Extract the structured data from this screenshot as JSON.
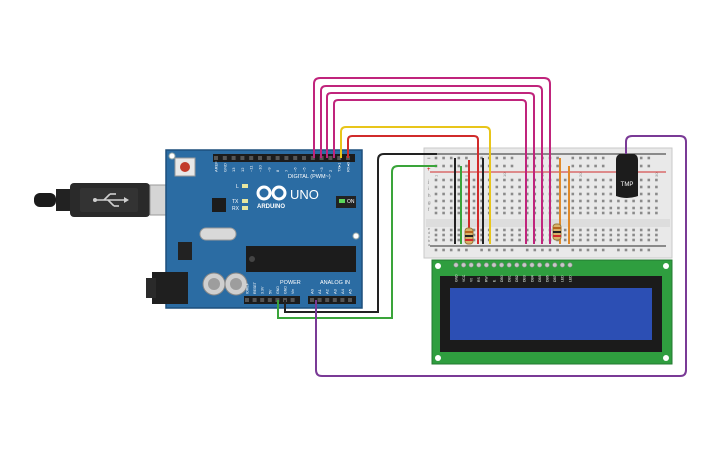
{
  "arduino": {
    "digital_label": "DIGITAL (PWM~)",
    "logo_text": "ARDUINO",
    "model": "UNO",
    "on_label": "ON",
    "power_label": "POWER",
    "analog_label": "ANALOG IN",
    "led_labels": [
      "L",
      "TX",
      "RX"
    ],
    "digital_pins": [
      "AREF",
      "GND",
      "13",
      "12",
      "~11",
      "~10",
      "~9",
      "8",
      "7",
      "~6",
      "~5",
      "4",
      "~3",
      "2",
      "TX▸1",
      "RX◂0"
    ],
    "power_pins": [
      "IOREF",
      "RESET",
      "3.3V",
      "5V",
      "GND",
      "GND",
      "Vin"
    ],
    "analog_pins": [
      "A0",
      "A1",
      "A2",
      "A3",
      "A4",
      "A5"
    ]
  },
  "sensor": {
    "label": "TMP"
  },
  "breadboard": {
    "row_letters_top": [
      "j",
      "i",
      "h",
      "g",
      "f"
    ],
    "row_letters_bottom": [
      "e",
      "d",
      "c",
      "b",
      "a"
    ],
    "plus": "+",
    "minus": "−",
    "column_numbers": [
      "1",
      "5",
      "10",
      "15",
      "20",
      "25",
      "30"
    ]
  },
  "lcd": {
    "pin_labels": [
      "GND",
      "VCC",
      "V0",
      "RS",
      "RW",
      "E",
      "DB0",
      "DB1",
      "DB2",
      "DB3",
      "DB4",
      "DB5",
      "DB6",
      "DB7",
      "LED",
      "LED"
    ]
  },
  "colors": {
    "board": "#2b6ca3",
    "wire_magenta": "#c0247c",
    "wire_red": "#d12b2b",
    "wire_yellow": "#e8c51a",
    "wire_black": "#222222",
    "wire_green": "#3aa43a",
    "wire_purple": "#7a3a96",
    "lcd_pcb": "#2f9e3f",
    "lcd_screen": "#2c4fb4"
  }
}
